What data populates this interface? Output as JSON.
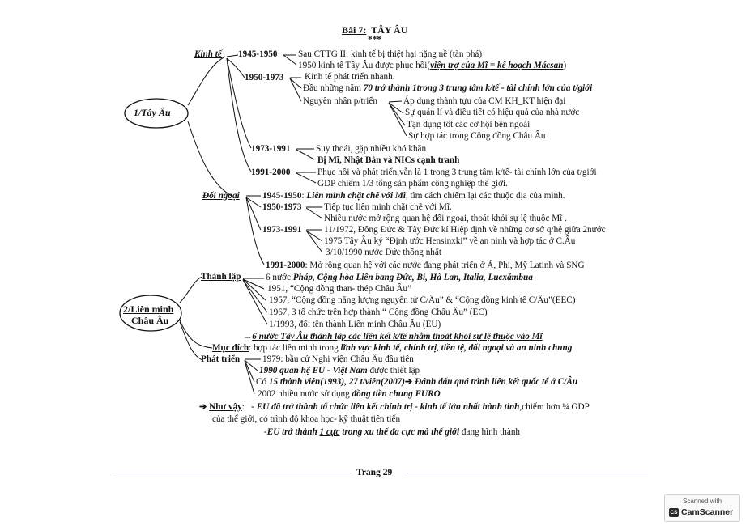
{
  "header": {
    "title_prefix": "Bài 7:",
    "title": "TÂY ÂU",
    "stars": "***"
  },
  "section1": {
    "root": "1/Tây Âu",
    "kinh_te": {
      "label": "Kinh tế",
      "p1945": {
        "period": "1945-1950",
        "line1": "Sau CTTG II: kinh tế bị thiệt hại nặng nề (tàn phá)",
        "line2_plain": "1950 kinh tế Tây Âu được phục hồi(",
        "line2_emph": "viện trợ của Mĩ = kế hoạch Mácsan",
        "line2_end": ")"
      },
      "p1950": {
        "period": "1950-1973",
        "line1": "Kinh tế phát triển nhanh.",
        "line2_plain": "Đầu những năm ",
        "line2_emph": "70 trở thành 1trong 3 trung tâm k/tế - tài chính lớn của t/giới",
        "reasons_label": "Nguyên nhân p/triển",
        "reasons": [
          "Áp dụng thành tựu của CM KH_KT hiện đại",
          "Sự quản lí và điều tiết có hiệu quả của nhà nước",
          "Tận dụng tốt các cơ hội bên ngoài",
          "Sự hợp tác trong Cộng đồng Châu Âu"
        ]
      },
      "p1973": {
        "period": "1973-1991",
        "line1": "Suy thoái, gặp nhiều khó khăn",
        "line2": "Bị Mĩ, Nhật Bản và NICs cạnh tranh"
      },
      "p1991": {
        "period": "1991-2000",
        "line1": "Phục hồi và phát triển,vẫn là 1 trong 3 trung tâm k/tế- tài chính lớn của t/giới",
        "line2": "GDP chiếm 1/3 tổng sản phẩm công nghiệp thế giới."
      }
    },
    "doi_ngoai": {
      "label": "Đối ngoại",
      "p1945_period": "1945-1950",
      "p1945_emph": "Liên minh chặt chẽ với Mĩ",
      "p1945_rest": ", tìm cách chiếm lại các thuộc địa của mình.",
      "p1950": {
        "period": "1950-1973",
        "line1": "Tiếp tục liên minh chặt chẽ với Mĩ.",
        "line2": "Nhiều nước mở rộng quan hệ đối ngoại, thoát khỏi sự lệ thuộc Mĩ ."
      },
      "p1973": {
        "period": "1973-1991",
        "line1": "11/1972, Đông Đức & Tây Đức kí Hiệp định về những cơ sở q/hệ giữa 2nước",
        "line2": "1975 Tây Âu ký “Định ước Hensinxki” về an ninh và hợp tác ở C.Âu",
        "line3": "3/10/1990 nước Đức thống nhất"
      },
      "p1991_period": "1991-2000",
      "p1991_rest": ": Mở rộng quan hệ với các nước đang phát triển ở Á, Phi, Mỹ Latinh và SNG"
    }
  },
  "section2": {
    "root_line1": "2/Liên  minh",
    "root_line2": "Châu Âu",
    "thanh_lap": {
      "label": "Thành lập",
      "line1_plain": "6 nước ",
      "line1_emph": "Pháp, Cộng hòa Liên bang Đức, Bỉ, Hà Lan, Italia, Lucxămbua",
      "line2": "1951, “Cộng đồng than- thép Châu Âu”",
      "line3": "1957, “Cộng đồng năng lượng nguyên tử C/Âu” & “Cộng đồng kinh tế C/Âu”(EEC)",
      "line4": "1967, 3 tổ chức trên hợp thành “ Cộng đồng Châu Âu” (EC)",
      "line5": "1/1993, đổi tên thành Liên minh Châu Âu (EU)",
      "conclusion": "6 nước Tây Âu thành lập các liên kết k/tế nhằm thoát khỏi sự lệ thuộc vào Mĩ"
    },
    "muc_dich": {
      "label": "Mục đích",
      "plain": ": hợp tác liên minh  trong ",
      "emph": "lĩnh vực kinh tế, chính trị, tiền tệ, đối ngoại và an ninh chung"
    },
    "phat_trien": {
      "label": "Phát triển",
      "line1": "1979: bầu cử Nghị viện Châu Âu đầu tiên",
      "line2_emph": "1990 quan hệ EU - Việt Nam",
      "line2_rest": " được thiết lập",
      "line3_a": "Có ",
      "line3_b": "15 thành viên(1993), 27 t/viên(2007)",
      "line3_c": "Đánh dấu quá trình liên kết quốc tế ở C/Âu",
      "line4_plain": "2002 nhiều nước sử dụng ",
      "line4_emph": "đồng tiền chung EURO"
    },
    "nhu_vay": {
      "label": "Như vậy",
      "colon": ":",
      "emph1": "- EU đã trở thành tổ chức liên kết chính trị - kinh tế lớn nhất hành tinh",
      "rest1": ",chiếm hơn ¼  GDP",
      "line2": "của thế giới, có trình độ khoa học- kỹ thuật tiên tiến",
      "line3_a": "-EU trở thành ",
      "line3_b": "1 cực",
      "line3_c": " trong xu thế đa cực mà thế giới",
      "line3_d": " đang hình thành"
    }
  },
  "footer": {
    "page": "Trang 29",
    "scanner_small": "Scanned with",
    "scanner_logo": "CS",
    "scanner_name": "CamScanner"
  }
}
